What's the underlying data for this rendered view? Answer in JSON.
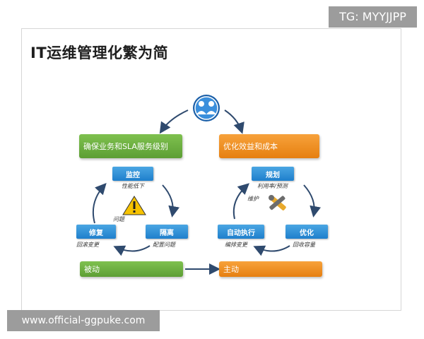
{
  "title": "IT运维管理化繁为简",
  "left_bar": "确保业务和SLA服务级别",
  "right_bar": "优化效益和成本",
  "left_cycle": {
    "top": {
      "label": "监控",
      "sub": "性能低下"
    },
    "right": {
      "label": "隔离",
      "sub": "配置问题"
    },
    "left": {
      "label": "修复",
      "sub": "回滚变更"
    },
    "center_label": "问题",
    "center_icon": "warning-icon"
  },
  "right_cycle": {
    "top": {
      "label": "规划",
      "sub": "利用率/预测"
    },
    "right": {
      "label": "优化",
      "sub": "回收容量"
    },
    "left": {
      "label": "自动执行",
      "sub": "编排变更"
    },
    "center_label": "维护",
    "center_icon": "tools-icon"
  },
  "passive_bar": "被动",
  "active_bar": "主动",
  "top_icon": "users-icon",
  "watermark_top": "TG: MYYJJPP",
  "watermark_bottom": "www.official-ggpuke.com",
  "colors": {
    "green": "#6aae3e",
    "orange": "#f08c1e",
    "blue": "#2a8ad6",
    "arrow": "#2f4a6e"
  }
}
